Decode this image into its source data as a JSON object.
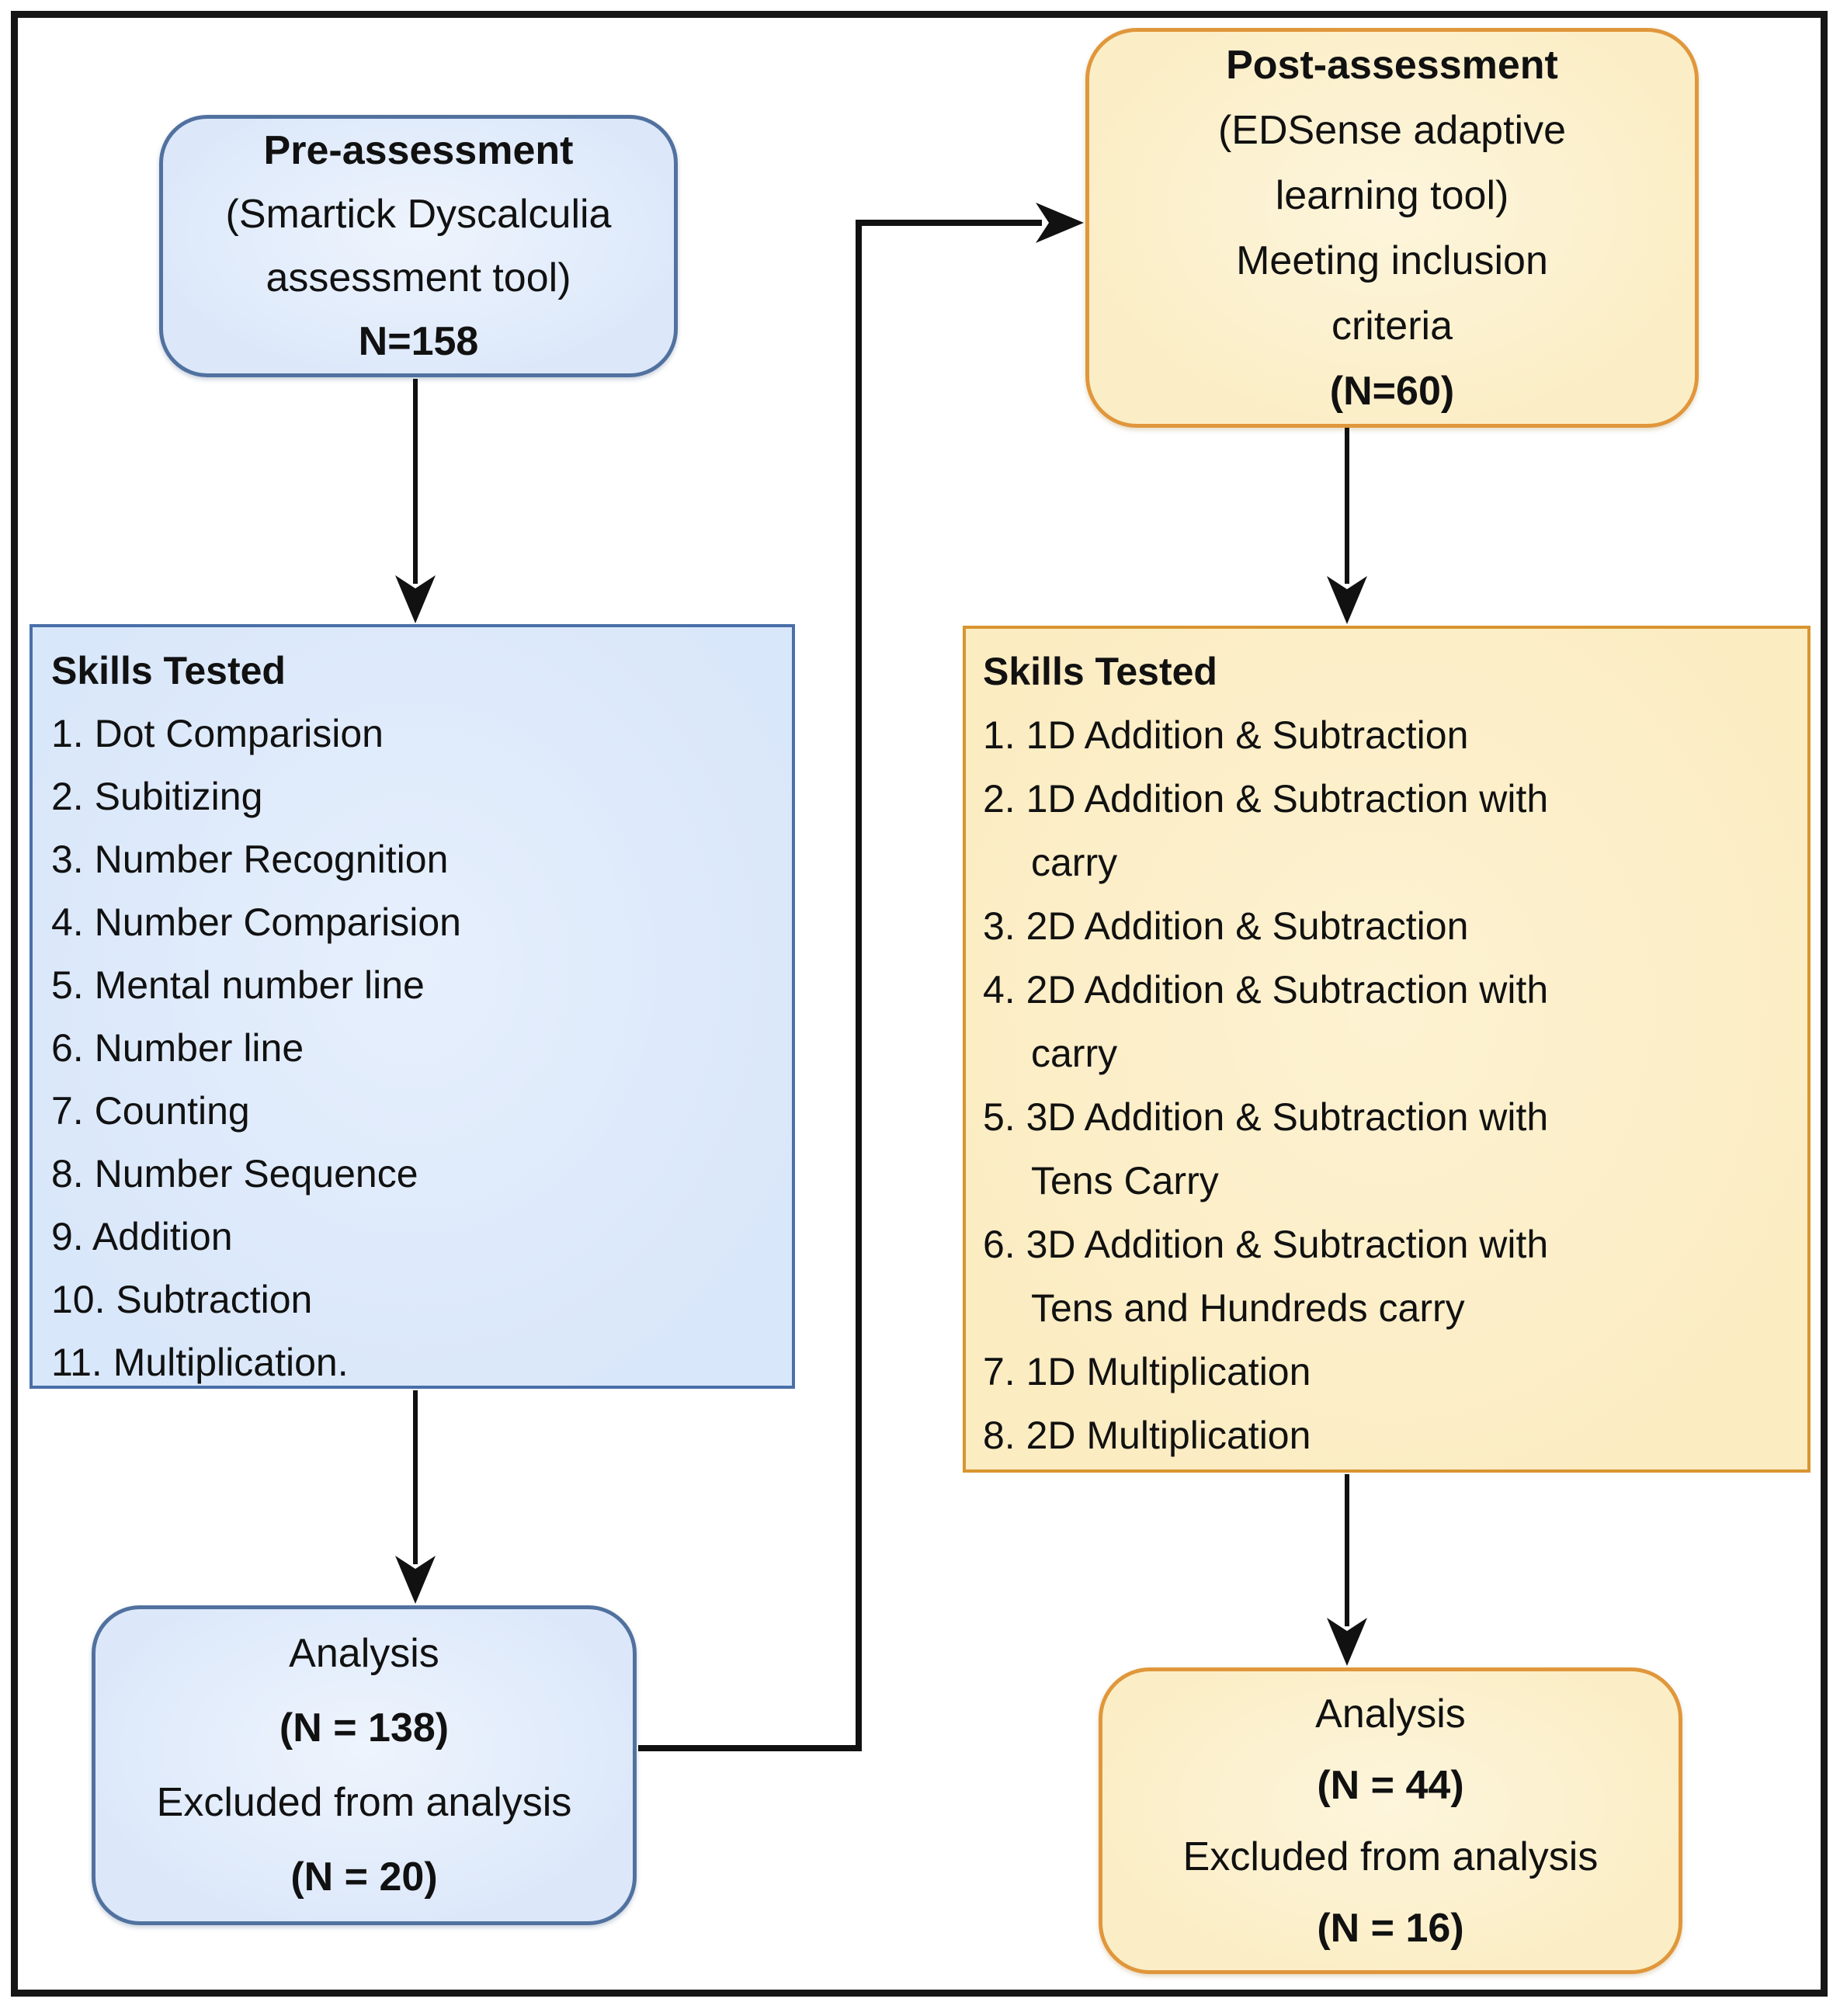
{
  "pre_box": {
    "title": "Pre-assessment",
    "line1": "(Smartick Dyscalculia",
    "line2": "assessment tool)",
    "n": "N=158"
  },
  "post_box": {
    "title": "Post-assessment",
    "line1": "(EDSense adaptive",
    "line2": "learning  tool)",
    "line3": "Meeting inclusion",
    "line4": "criteria",
    "n": "(N=60)"
  },
  "left_skills": {
    "title": "Skills Tested",
    "items": [
      "1. Dot Comparision",
      "2. Subitizing",
      "3. Number Recognition",
      "4. Number Comparision",
      "5. Mental number line",
      "6. Number line",
      "7. Counting",
      "8. Number Sequence",
      "9. Addition",
      "10. Subtraction",
      "11. Multiplication."
    ]
  },
  "right_skills": {
    "title": "Skills Tested",
    "items": [
      "1. 1D Addition & Subtraction",
      "2. 1D Addition & Subtraction with\ncarry",
      "3. 2D Addition & Subtraction",
      "4. 2D Addition & Subtraction with\ncarry",
      "5. 3D Addition & Subtraction with\nTens Carry",
      "6. 3D Addition & Subtraction with\nTens and Hundreds carry",
      "7. 1D Multiplication",
      "8. 2D Multiplication"
    ]
  },
  "analysis_pre": {
    "line1": "Analysis",
    "line2": "(N = 138)",
    "line3": "Excluded from analysis",
    "line4": "(N = 20)"
  },
  "analysis_post": {
    "line1": "Analysis",
    "line2": "(N = 44)",
    "line3": "Excluded from analysis",
    "line4": "(N = 16)"
  },
  "colors": {
    "blue_fill": "#dce8fa",
    "blue_border": "#51719f",
    "yellow_fill": "#fbeec6",
    "yellow_border": "#e0973b",
    "connector": "#111111"
  }
}
